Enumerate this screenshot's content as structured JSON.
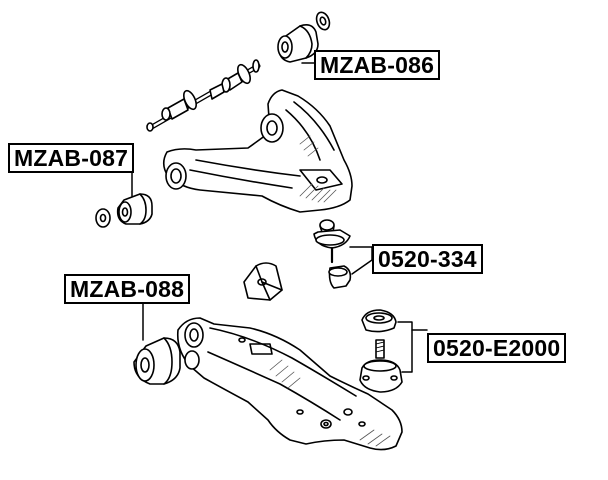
{
  "labels": {
    "mzab_086": "MZAB-086",
    "mzab_087": "MZAB-087",
    "n0520_334": "0520-334",
    "mzab_088": "MZAB-088",
    "n0520_e2000": "0520-E2000"
  },
  "colors": {
    "line": "#000000",
    "background": "#ffffff",
    "hatch": "#555555"
  }
}
